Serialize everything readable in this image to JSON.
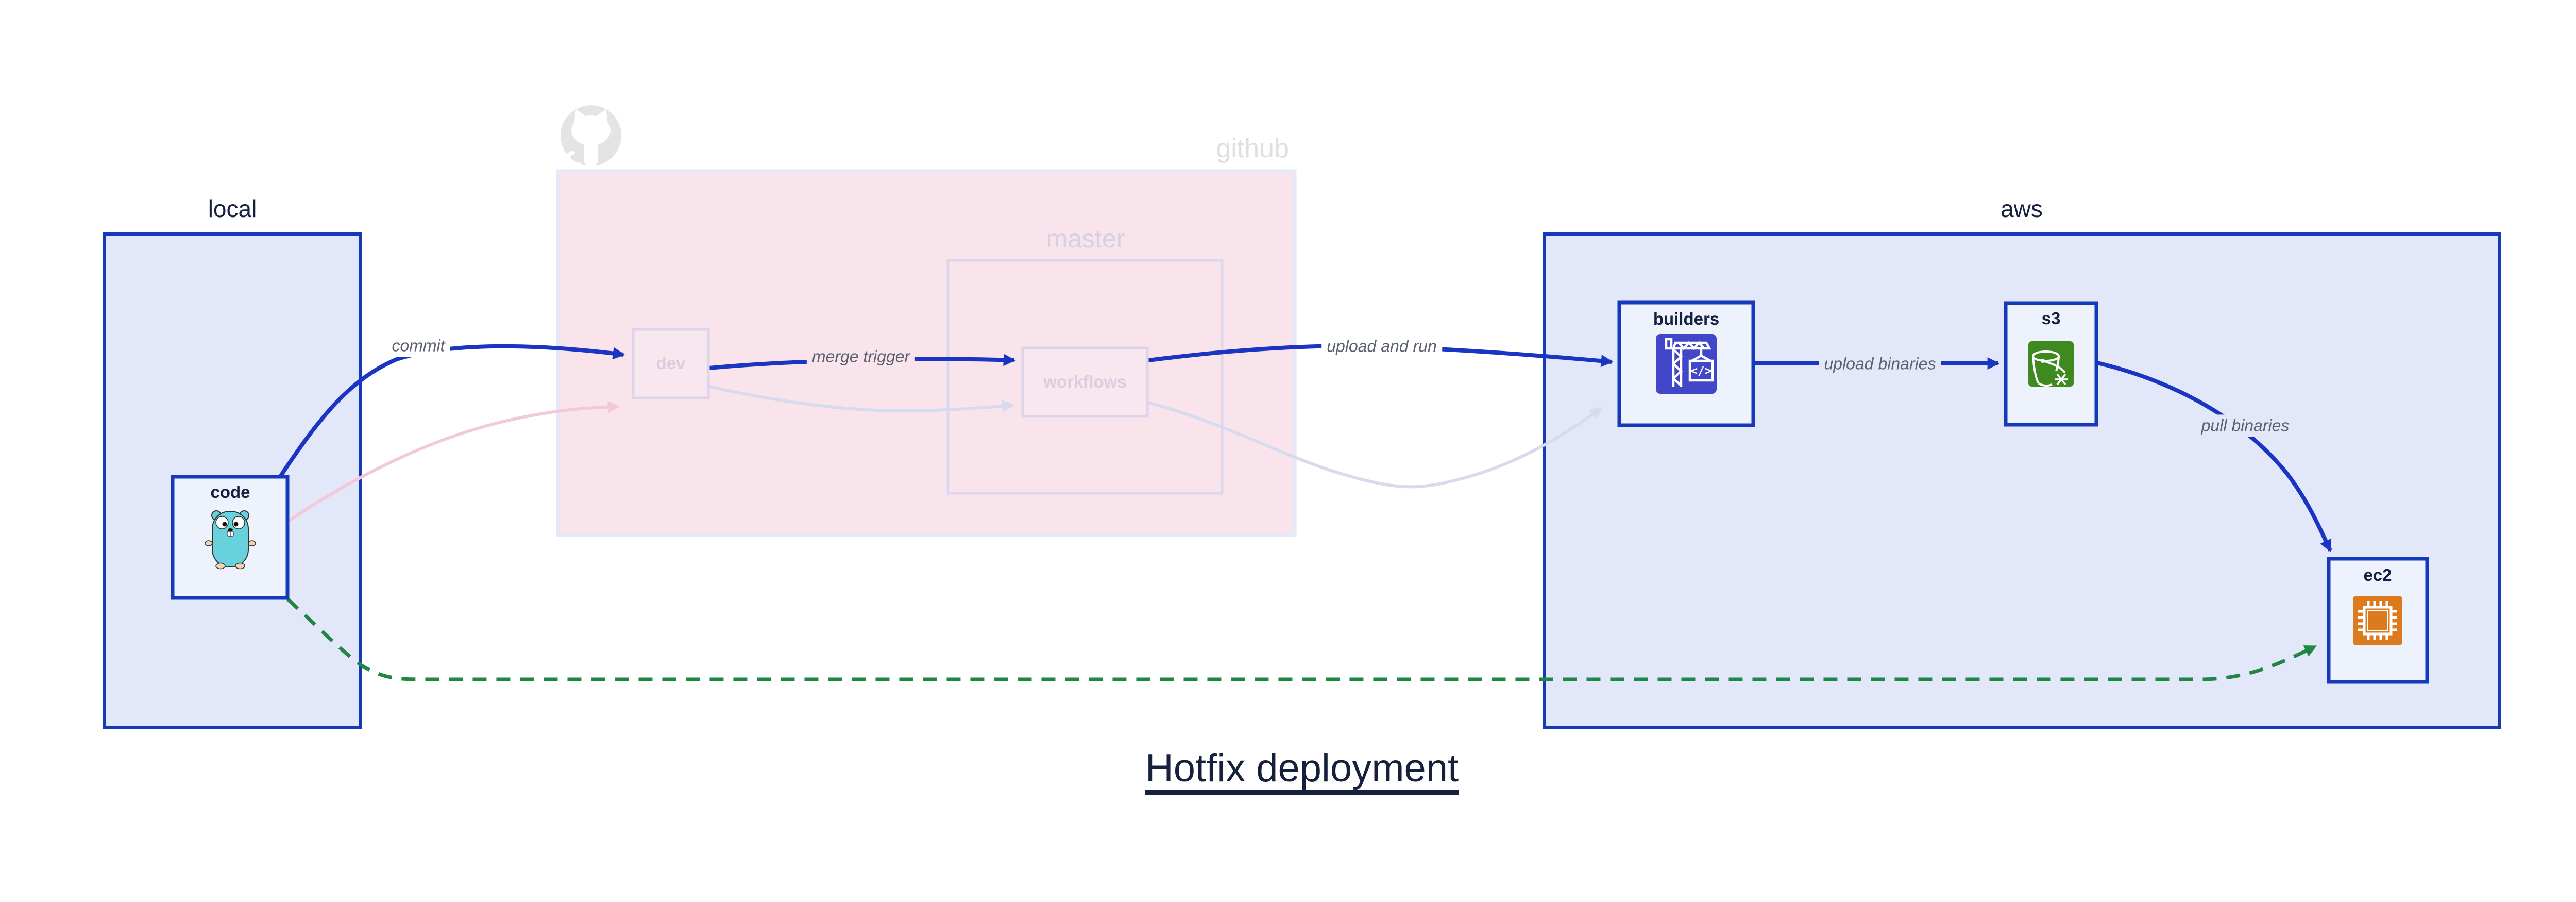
{
  "title": "Hotfix deployment",
  "clusters": {
    "local": {
      "label": "local"
    },
    "github": {
      "label": "github",
      "logo": "github-octocat-icon"
    },
    "master": {
      "label": "master"
    },
    "aws": {
      "label": "aws"
    }
  },
  "nodes": {
    "code": {
      "label": "code",
      "icon": "go-gopher-icon",
      "faded": false
    },
    "dev": {
      "label": "dev",
      "faded": true
    },
    "workflows": {
      "label": "workflows",
      "faded": true
    },
    "builders": {
      "label": "builders",
      "icon": "build-crane-icon",
      "icon_bg": "#4147c8",
      "faded": false
    },
    "s3": {
      "label": "s3",
      "icon": "s3-bucket-icon",
      "icon_bg": "#3e8a21",
      "faded": false
    },
    "ec2": {
      "label": "ec2",
      "icon": "cpu-chip-icon",
      "icon_bg": "#dc7b1d",
      "faded": false
    }
  },
  "edges": {
    "commit": {
      "label": "commit",
      "from": "code",
      "to": "dev",
      "style": "solid-blue"
    },
    "merge_trigger": {
      "label": "merge trigger",
      "from": "dev",
      "to": "workflows",
      "style": "solid-blue"
    },
    "upload_and_run": {
      "label": "upload and run",
      "from": "workflows",
      "to": "builders",
      "style": "solid-blue"
    },
    "upload_binaries": {
      "label": "upload binaries",
      "from": "builders",
      "to": "s3",
      "style": "solid-blue"
    },
    "pull_binaries": {
      "label": "pull binaries",
      "from": "s3",
      "to": "ec2",
      "style": "solid-blue"
    },
    "hotfix_direct": {
      "label": "",
      "from": "code",
      "to": "ec2",
      "style": "dashed-green"
    },
    "faded_commit": {
      "label": "",
      "from": "code",
      "to": "dev",
      "style": "faded-pink"
    },
    "faded_merge": {
      "label": "",
      "from": "dev",
      "to": "workflows",
      "style": "faded-lavender"
    },
    "faded_upload": {
      "label": "",
      "from": "workflows",
      "to": "builders",
      "style": "faded-lavender"
    }
  },
  "colors": {
    "cluster_border_blue": "#1539bb",
    "cluster_fill_blue": "#e2e8f9",
    "github_fill_pink": "#f9e4ec",
    "github_border": "#e5e9f7",
    "master_border": "#dcd7ee",
    "node_fill": "#eef2fc",
    "faded_node_fill": "#f8e7ee",
    "faded_node_border": "#dcd4ea",
    "edge_blue": "#1b35c3",
    "edge_green_dashed": "#1e8742",
    "edge_faded_pink": "#f2c9d8",
    "edge_faded_lavender": "#d8daee",
    "text_dark": "#161f3e",
    "edge_label_gray": "#5a6070",
    "builders_icon_blue": "#4147c8",
    "s3_icon_green": "#3e8a21",
    "ec2_icon_orange": "#dc7b1d",
    "gopher_teal": "#67d1dc",
    "octocat_gray": "#e4e4e7"
  }
}
